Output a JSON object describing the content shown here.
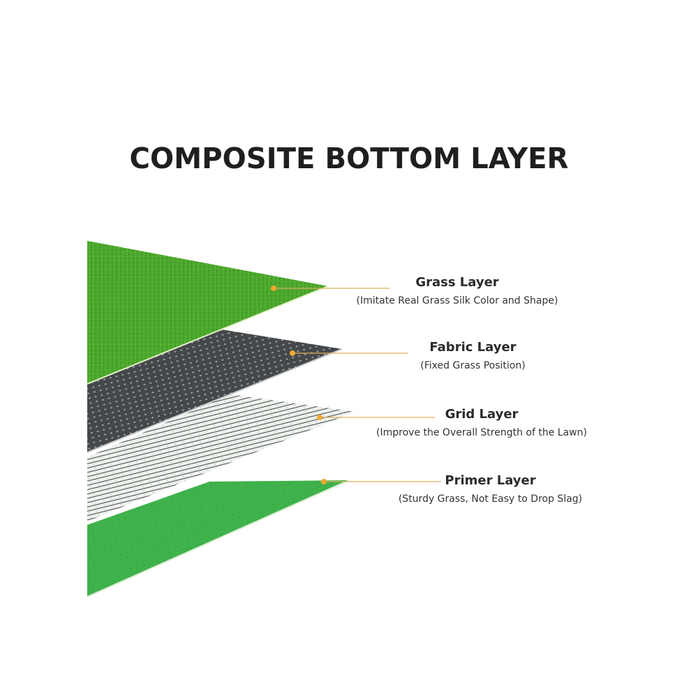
{
  "title": "COMPOSITE BOTTOM LAYER",
  "layers": [
    {
      "name": "Grass Layer",
      "description": "(Imitate Real Grass Silk Color and Shape)",
      "color": "#4caa2a"
    },
    {
      "name": "Fabric Layer",
      "description": "(Fixed Grass Position)",
      "color": "#4a4d4f"
    },
    {
      "name": "Grid Layer",
      "description": "(Improve the Overall Strength of the Lawn)",
      "color": "#e6eae6"
    },
    {
      "name": "Primer Layer",
      "description": "(Sturdy Grass, Not Easy to Drop Slag)",
      "color": "#3db54a"
    }
  ],
  "colors": {
    "callout_line": "#e0b060",
    "callout_dot": "#f0a830",
    "title": "#1f1f1f"
  }
}
